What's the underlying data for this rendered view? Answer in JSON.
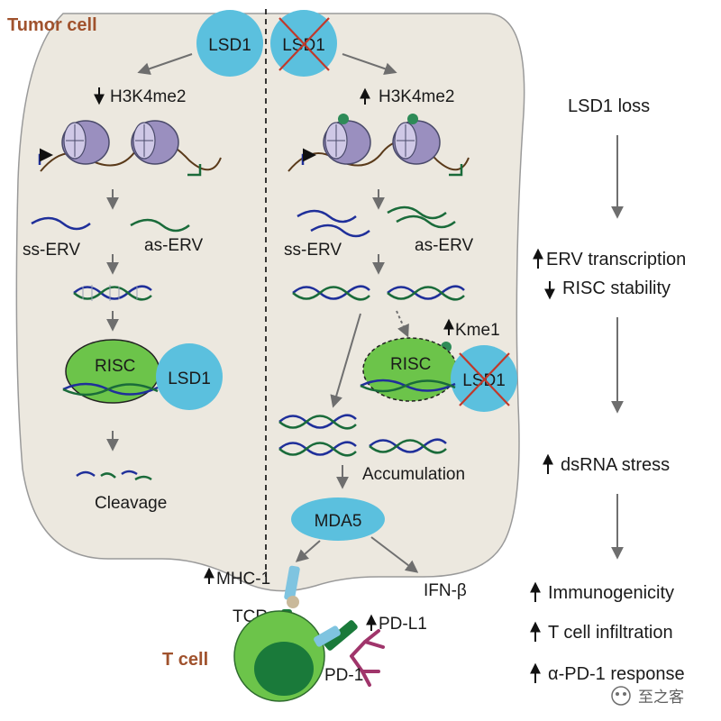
{
  "labels": {
    "tumor_cell": "Tumor cell",
    "t_cell": "T cell",
    "lsd1": "LSD1",
    "h3k4me2": "H3K4me2",
    "ss_erv": "ss-ERV",
    "as_erv": "as-ERV",
    "risc": "RISC",
    "cleavage": "Cleavage",
    "kme1": "Kme1",
    "accumulation": "Accumulation",
    "mda5": "MDA5",
    "mhc1": "MHC-1",
    "ifnb": "IFN-β",
    "tcr": "TCR",
    "pdl1": "PD-L1",
    "pd1": "PD-1"
  },
  "side_panel": {
    "lsd1_loss": "LSD1 loss",
    "erv_transcription": "ERV transcription",
    "risc_stability": "RISC stability",
    "dsrna_stress": "dsRNA stress",
    "immunogenicity": "Immunogenicity",
    "t_cell_infiltration": "T cell infiltration",
    "pd1_response": "α-PD-1 response"
  },
  "watermark": "至之客",
  "colors": {
    "cell": "#ede9e0",
    "lsd1": "#5bc0de",
    "risc": "#6cc44a",
    "tcell": "#6cc44a",
    "tcell_nucleus": "#1a7a3a",
    "dna_blue": "#1f2f9a",
    "dna_green": "#1a6b3a",
    "nucleosome": "#9a8fbf",
    "red_x": "#c0392b",
    "arrow": "#707070",
    "title": "#a0522d"
  }
}
